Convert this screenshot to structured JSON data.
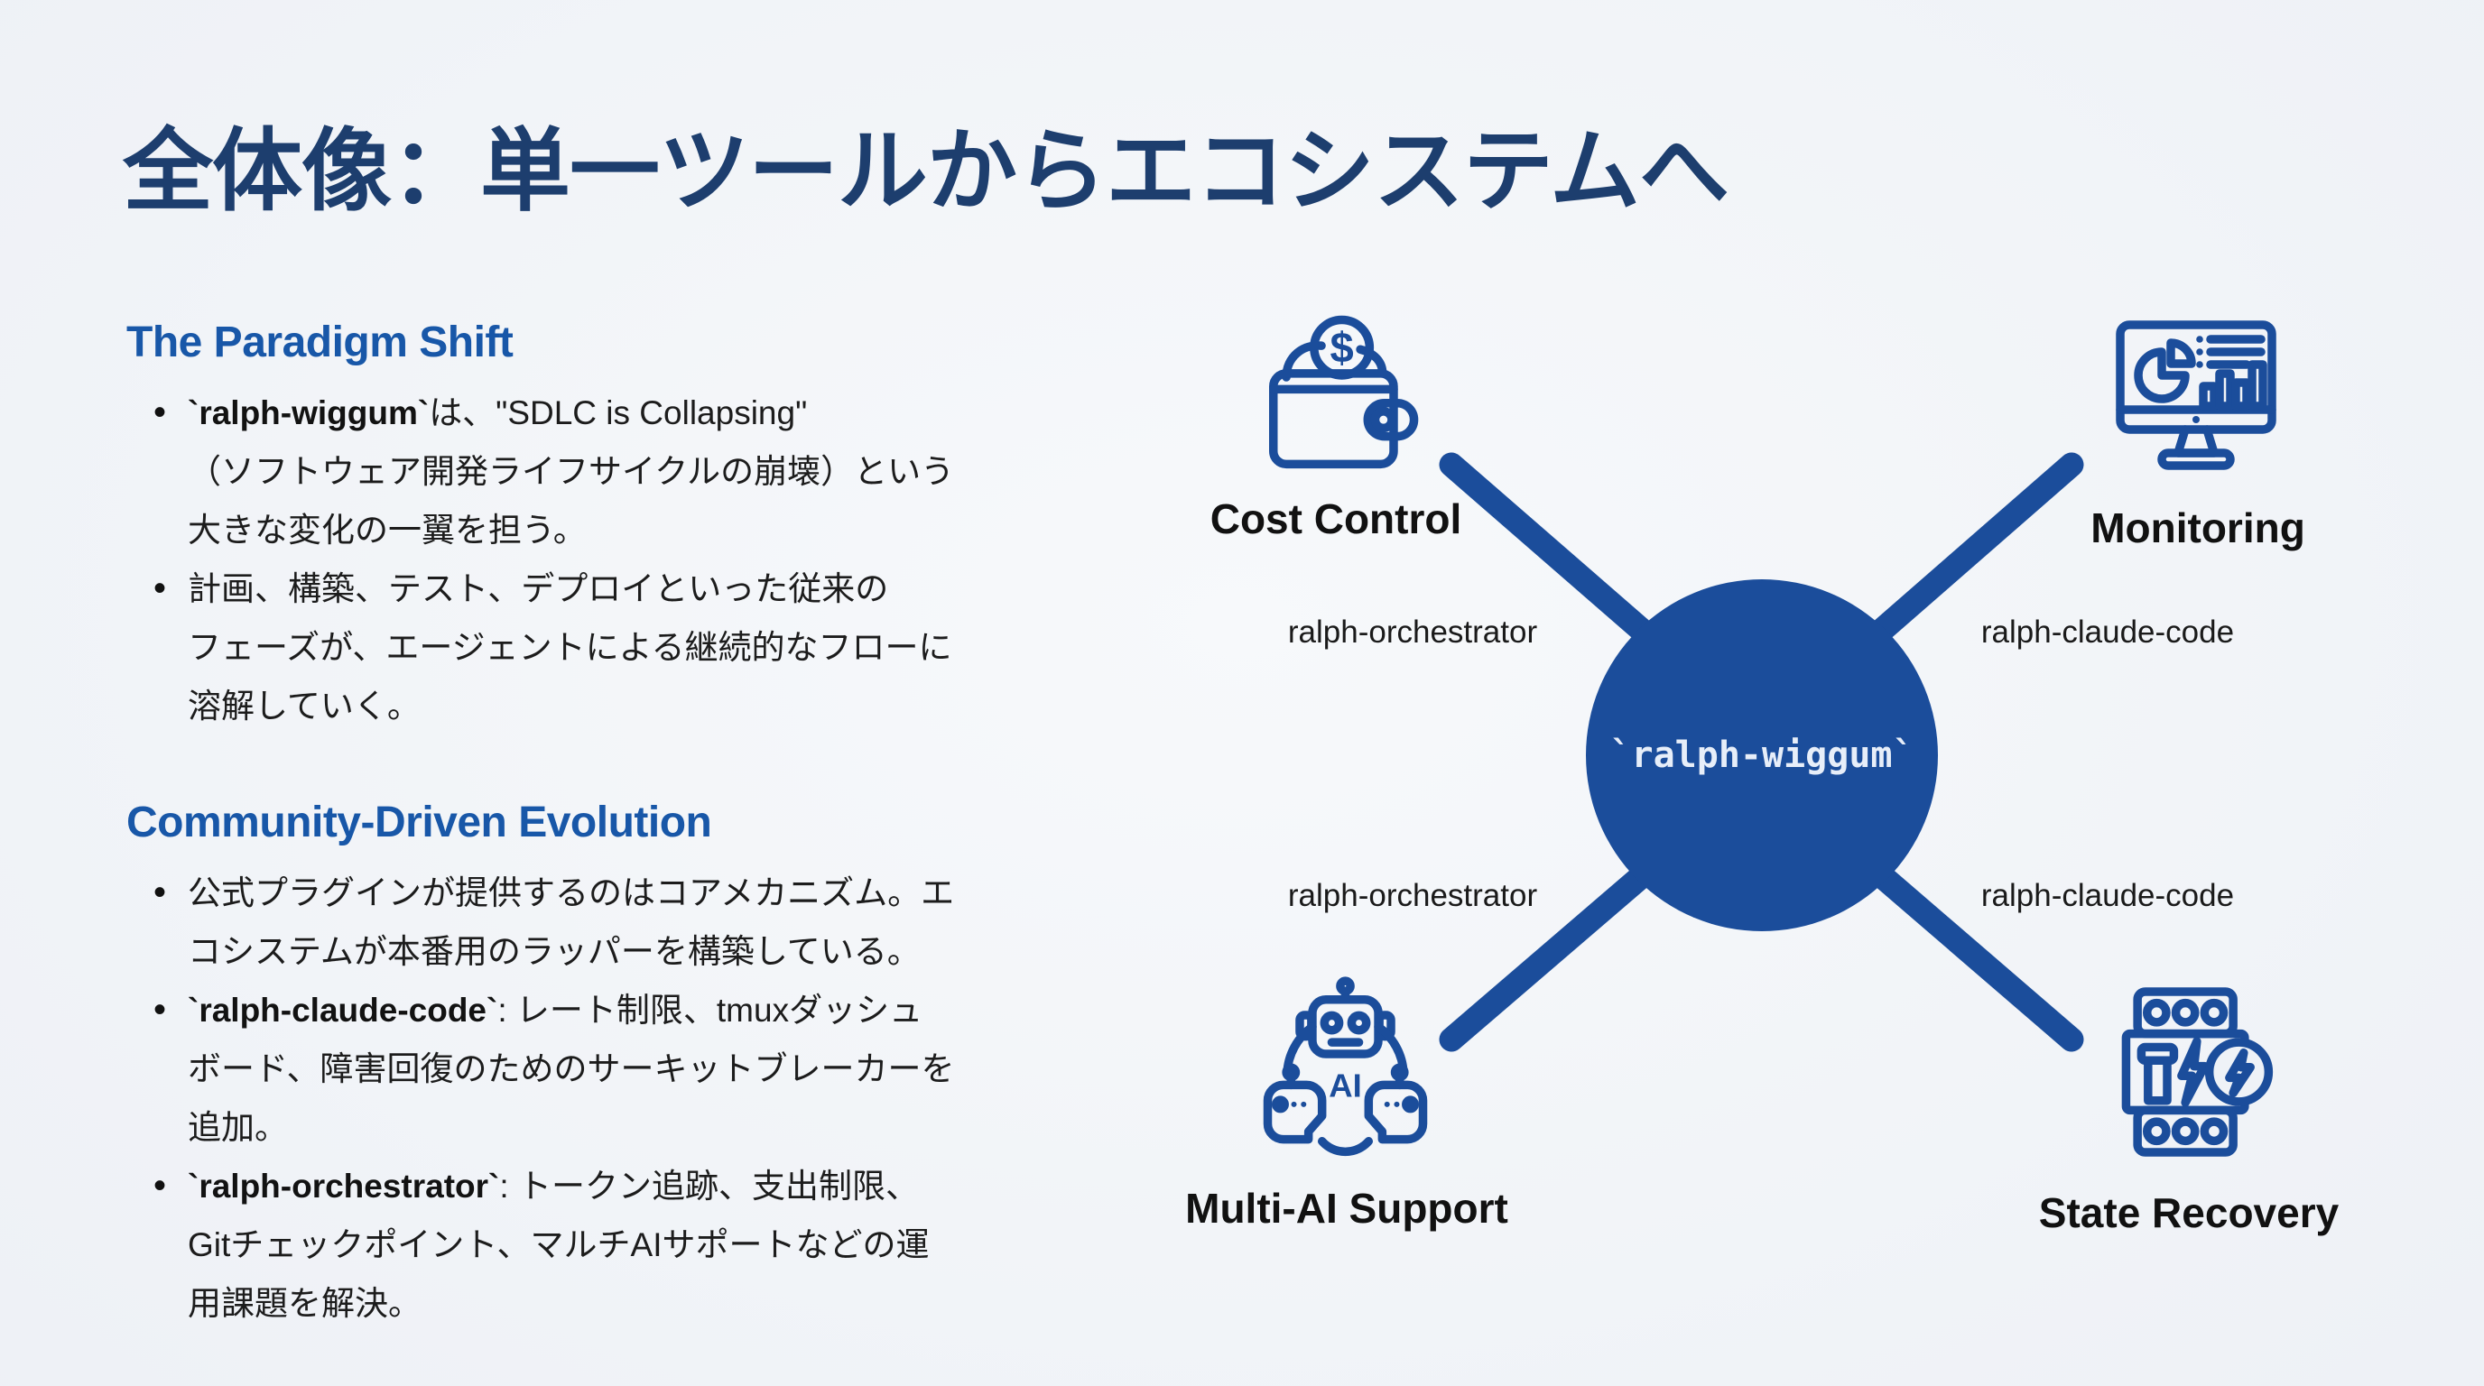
{
  "slide": {
    "title": "全体像：単一ツールからエコシステムへ"
  },
  "colors": {
    "accent_blue": "#1b4d9b",
    "heading_blue": "#1857a8",
    "title_navy": "#1d3e6e",
    "background": "#edf1f6"
  },
  "sections": [
    {
      "heading": "The Paradigm Shift",
      "bullets": [
        {
          "code": "`ralph-wiggum`",
          "text": "は、\"SDLC is Collapsing\"\n（ソフトウェア開発ライフサイクルの崩壊）という\n大きな変化の一翼を担う。"
        },
        {
          "code": "",
          "text": "計画、構築、テスト、デプロイといった従来の\nフェーズが、エージェントによる継続的なフローに\n溶解していく。"
        }
      ]
    },
    {
      "heading": "Community-Driven Evolution",
      "bullets": [
        {
          "code": "",
          "text": "公式プラグインが提供するのはコアメカニズム。エ\nコシステムが本番用のラッパーを構築している。"
        },
        {
          "code": "`ralph-claude-code`",
          "text": ": レート制限、tmuxダッシュ\nボード、障害回復のためのサーキットブレーカーを\n追加。"
        },
        {
          "code": "`ralph-orchestrator`",
          "text": ": トークン追跡、支出制限、\nGitチェックポイント、マルチAIサポートなどの運\n用課題を解決。"
        }
      ]
    }
  ],
  "diagram": {
    "center_label": "`ralph-wiggum`",
    "nodes": [
      {
        "id": "cost-control",
        "label": "Cost Control",
        "icon": "wallet-dollar-icon",
        "icon_text": "$",
        "edge_label": "ralph-orchestrator"
      },
      {
        "id": "monitoring",
        "label": "Monitoring",
        "icon": "monitor-charts-icon",
        "icon_text": "",
        "edge_label": "ralph-claude-code"
      },
      {
        "id": "multi-ai-support",
        "label": "Multi-AI Support",
        "icon": "multi-robot-ai-icon",
        "icon_text": "AI",
        "edge_label": "ralph-orchestrator"
      },
      {
        "id": "state-recovery",
        "label": "State Recovery",
        "icon": "circuit-breaker-icon",
        "icon_text": "",
        "edge_label": "ralph-claude-code"
      }
    ]
  }
}
